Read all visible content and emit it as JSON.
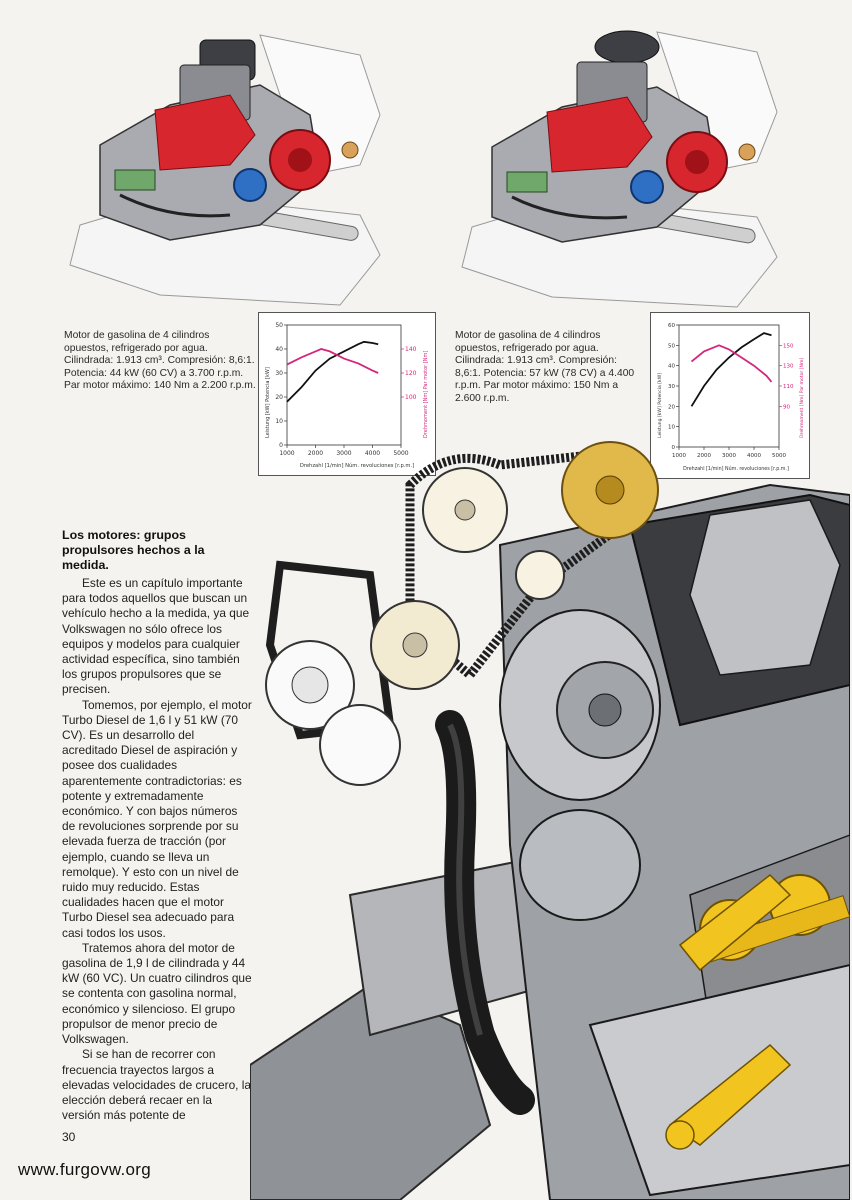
{
  "engines": [
    {
      "caption": "Motor de gasolina de 4 cilindros opuestos, refrigerado por agua. Cilindrada: 1.913 cm³. Compresión: 8,6:1. Potencia: 44 kW (60 CV) a 3.700 r.p.m. Par motor máximo: 140 Nm a 2.200 r.p.m."
    },
    {
      "caption": "Motor de gasolina de 4 cilindros opuestos, refrigerado por agua. Cilindrada: 1.913 cm³. Compresión: 8,6:1. Potencia: 57 kW (78 CV) a 4.400 r.p.m. Par motor máximo: 150 Nm a 2.600 r.p.m."
    }
  ],
  "chart_data": [
    {
      "type": "line",
      "xlabel": "Drehzahl [1/min]  Núm. revoluciones [r.p.m.]",
      "ylabel": "Leistung [kW]  Potencia [kW]",
      "y2label": "Drehmoment [Nm]  Par motor [Nm]",
      "xlim": [
        1000,
        5000
      ],
      "ylim": [
        0,
        50
      ],
      "y2lim": [
        60,
        160
      ],
      "x_ticks": [
        "1000",
        "2000",
        "3000",
        "4000",
        "5000"
      ],
      "y_ticks": [
        "0",
        "10",
        "20",
        "30",
        "40",
        "50"
      ],
      "y2_ticks": [
        "100",
        "120",
        "140"
      ],
      "series": [
        {
          "axis": "left",
          "color": "#111111",
          "x": [
            1000,
            1500,
            2000,
            2500,
            3000,
            3500,
            3700,
            4000,
            4200
          ],
          "y": [
            18,
            24,
            31,
            36,
            39,
            42,
            43,
            42.5,
            42
          ]
        },
        {
          "axis": "right",
          "color": "#d4267a",
          "x": [
            1000,
            1500,
            2000,
            2200,
            2500,
            3000,
            3500,
            4000,
            4200
          ],
          "y": [
            127,
            133,
            138,
            140,
            138,
            132,
            128,
            122,
            120
          ]
        }
      ]
    },
    {
      "type": "line",
      "xlabel": "Drehzahl [1/min]  Núm. revoluciones [r.p.m.]",
      "ylabel": "Leistung [kW]  Potencia [kW]",
      "y2label": "Drehmoment [Nm]  Par motor [Nm]",
      "xlim": [
        1000,
        5000
      ],
      "ylim": [
        0,
        60
      ],
      "y2lim": [
        50,
        170
      ],
      "x_ticks": [
        "1000",
        "2000",
        "3000",
        "4000",
        "5000"
      ],
      "y_ticks": [
        "0",
        "10",
        "20",
        "30",
        "40",
        "50",
        "60"
      ],
      "y2_ticks": [
        "90",
        "110",
        "130",
        "150"
      ],
      "series": [
        {
          "axis": "left",
          "color": "#111111",
          "x": [
            1500,
            2000,
            2500,
            3000,
            3500,
            4000,
            4400,
            4700
          ],
          "y": [
            20,
            30,
            38,
            44,
            49,
            53,
            56,
            55
          ]
        },
        {
          "axis": "right",
          "color": "#d4267a",
          "x": [
            1500,
            2000,
            2600,
            3000,
            3500,
            4000,
            4500,
            4700
          ],
          "y": [
            134,
            144,
            150,
            146,
            138,
            130,
            120,
            114
          ]
        }
      ]
    }
  ],
  "article": {
    "heading": "Los motores: grupos propulsores hechos a la medida.",
    "paragraphs": [
      "Este es un capítulo importante para todos aquellos que buscan un vehículo hecho a la medida, ya que Volkswagen no sólo ofrece los equipos y modelos para cualquier actividad específica, sino también los grupos propulsores que se precisen.",
      "Tomemos, por ejemplo, el motor Turbo Diesel de 1,6 l y 51 kW (70 CV). Es un desarrollo del acreditado Diesel de aspiración y posee dos cualidades aparentemente contradictorias: es potente y extremadamente económico. Y con bajos números de revoluciones sorprende por su elevada fuerza de tracción (por ejemplo, cuando se lleva un remolque). Y esto con un nivel de ruido muy reducido. Estas cualidades hacen que el motor Turbo Diesel sea adecuado para casi todos los usos.",
      "Tratemos ahora del motor de gasolina de 1,9 l de cilindrada y 44 kW (60 VC). Un cuatro cilindros que se contenta con gasolina normal, económico y silencioso. El grupo propulsor de menor precio de Volkswagen.",
      "Si se han de recorrer con frecuencia trayectos largos a elevadas velocidades de crucero, la elección deberá recaer en la versión más potente de"
    ]
  },
  "page_number": "30",
  "watermark": "www.furgovw.org",
  "colors": {
    "paper": "#f4f3ef",
    "power_curve": "#111111",
    "torque_curve": "#d4267a",
    "engine_red": "#d8262e",
    "engine_blue": "#2f6fc4",
    "belt_gold": "#e0b94a",
    "crank_yellow": "#f2c420"
  }
}
